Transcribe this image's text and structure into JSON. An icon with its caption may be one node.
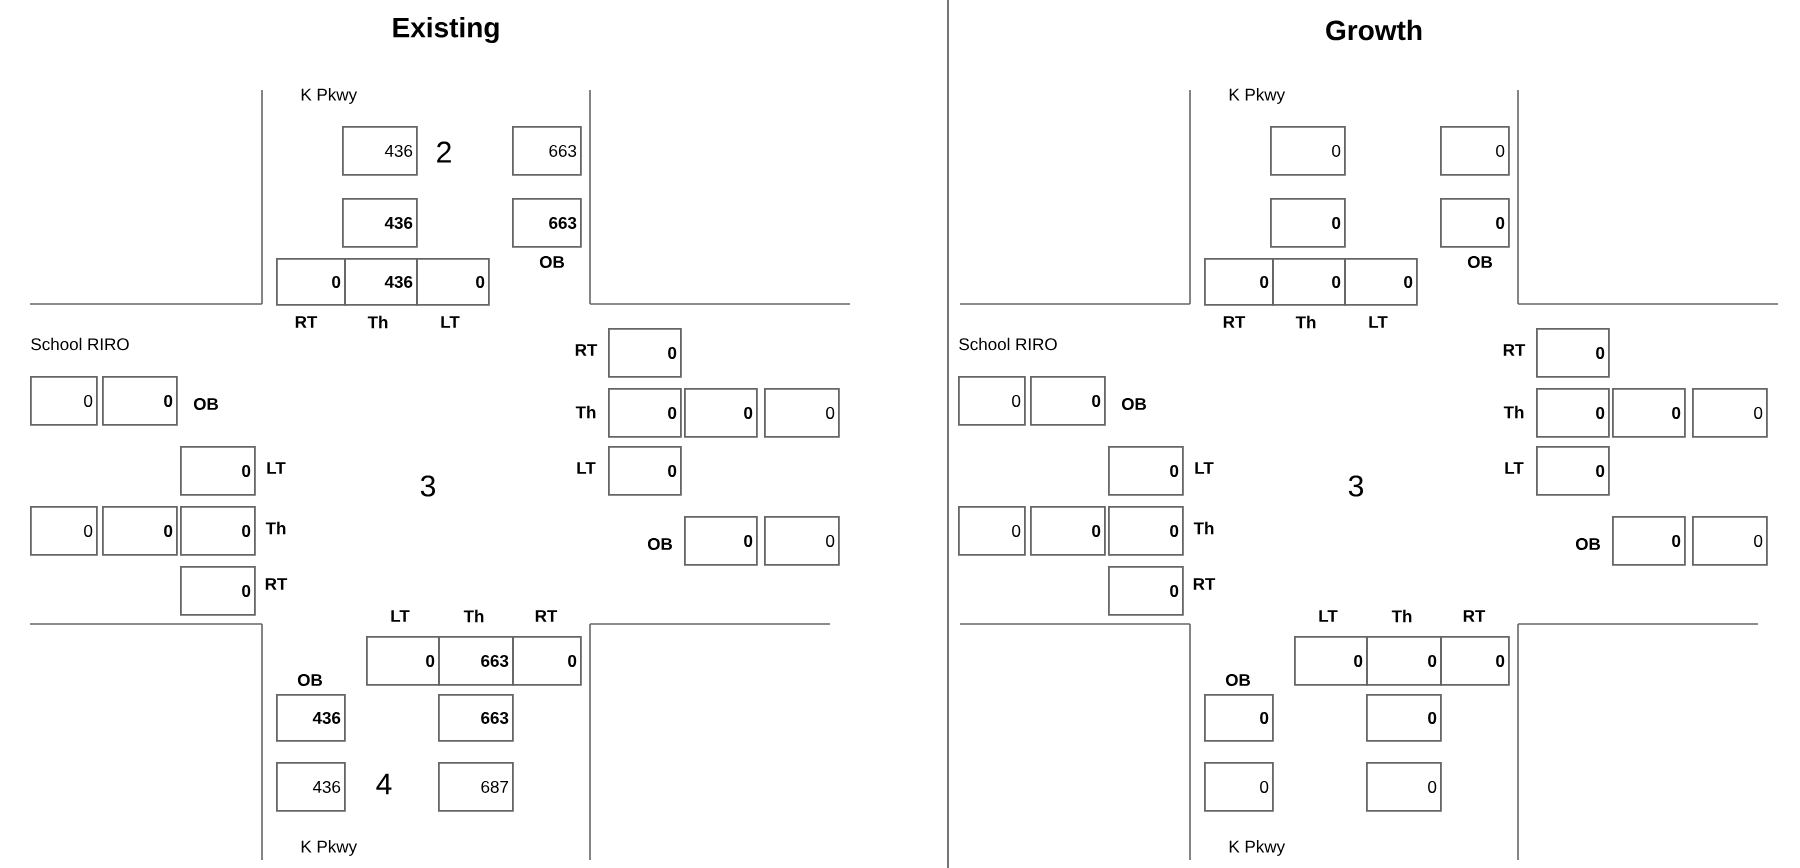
{
  "diagram": {
    "nodes": [
      {
        "text": [
          "436"
        ]
      },
      {
        "text": [
          "663"
        ]
      },
      {
        "text": [
          "436"
        ]
      },
      {
        "text": [
          "663"
        ]
      },
      {
        "text": [
          "0"
        ]
      },
      {
        "text": [
          "436"
        ]
      },
      {
        "text": [
          "0"
        ]
      },
      {
        "text": [
          "0"
        ]
      },
      {
        "text": [
          "0"
        ]
      },
      {
        "text": [
          "0"
        ]
      },
      {
        "text": [
          "0"
        ]
      },
      {
        "text": [
          "0"
        ]
      },
      {
        "text": [
          "0"
        ]
      },
      {
        "text": [
          "0"
        ]
      },
      {
        "text": [
          "0"
        ]
      },
      {
        "text": [
          "0"
        ]
      },
      {
        "text": [
          "0"
        ]
      },
      {
        "text": [
          "0"
        ]
      },
      {
        "text": [
          "0"
        ]
      },
      {
        "text": [
          "0"
        ]
      },
      {
        "text": [
          "0"
        ]
      },
      {
        "text": [
          "0"
        ]
      },
      {
        "text": [
          "663"
        ]
      },
      {
        "text": [
          "0"
        ]
      },
      {
        "text": [
          "436"
        ]
      },
      {
        "text": [
          "663"
        ]
      },
      {
        "text": [
          "436"
        ]
      },
      {
        "text": [
          "687"
        ]
      },
      {
        "text": [
          "0"
        ]
      },
      {
        "text": [
          "0"
        ]
      },
      {
        "text": [
          "0"
        ]
      },
      {
        "text": [
          "0"
        ]
      },
      {
        "text": [
          "0"
        ]
      },
      {
        "text": [
          "0"
        ]
      },
      {
        "text": [
          "0"
        ]
      },
      {
        "text": [
          "0"
        ]
      },
      {
        "text": [
          "0"
        ]
      },
      {
        "text": [
          "0"
        ]
      },
      {
        "text": [
          "0"
        ]
      },
      {
        "text": [
          "0"
        ]
      },
      {
        "text": [
          "0"
        ]
      },
      {
        "text": [
          "0"
        ]
      },
      {
        "text": [
          "0"
        ]
      },
      {
        "text": [
          "0"
        ]
      },
      {
        "text": [
          "0"
        ]
      },
      {
        "text": [
          "0"
        ]
      },
      {
        "text": [
          "0"
        ]
      },
      {
        "text": [
          "0"
        ]
      },
      {
        "text": [
          "0"
        ]
      },
      {
        "text": [
          "0"
        ]
      },
      {
        "text": [
          "0"
        ]
      },
      {
        "text": [
          "0"
        ]
      },
      {
        "text": [
          "0"
        ]
      },
      {
        "text": [
          "0"
        ]
      },
      {
        "text": [
          "0"
        ]
      },
      {
        "text": [
          "0"
        ]
      }
    ],
    "labels": [
      "Existing",
      "K Pkwy",
      "2",
      "OB",
      "RT",
      "Th",
      "LT",
      "School RIRO",
      "RT",
      "OB",
      "Th",
      "LT",
      "LT",
      "3",
      "Th",
      "OB",
      "RT",
      "LT",
      "Th",
      "RT",
      "OB",
      "4",
      "K Pkwy",
      "Growth",
      "K Pkwy",
      "OB",
      "RT",
      "Th",
      "LT",
      "School RIRO",
      "RT",
      "OB",
      "Th",
      "LT",
      "LT",
      "3",
      "Th",
      "OB",
      "RT",
      "LT",
      "Th",
      "RT",
      "OB",
      "K Pkwy"
    ]
  }
}
